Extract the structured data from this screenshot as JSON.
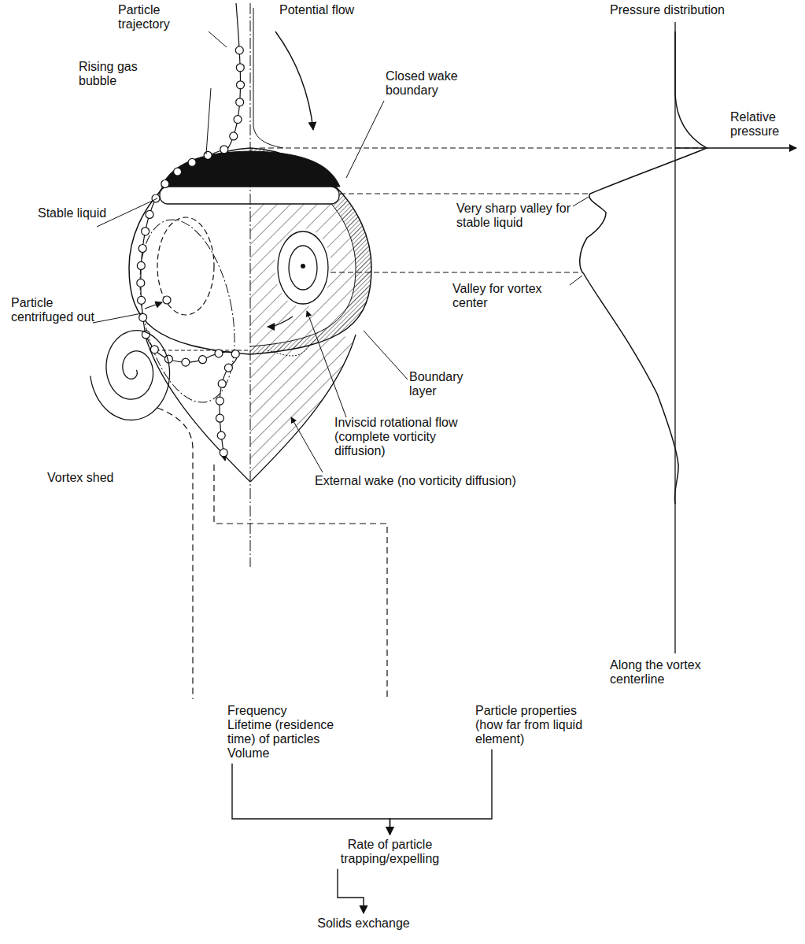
{
  "diagram": {
    "nodes": [
      {
        "text": [
          "Frequency",
          "Lifetime (residence time) of particles",
          "Volume"
        ]
      },
      {
        "text": [
          "Particle properties (how far from liquid element)"
        ]
      },
      {
        "text": [
          "Rate of particle trapping/expelling"
        ]
      },
      {
        "text": [
          "Solids exchange"
        ]
      }
    ],
    "edges": [
      {
        "from": 0,
        "to": 2,
        "arrow": "to"
      },
      {
        "from": 1,
        "to": 2,
        "arrow": "to"
      },
      {
        "from": 2,
        "to": 3,
        "arrow": "to"
      }
    ],
    "labels": [
      "Pressure distribution",
      "Particle trajectory",
      "Potential flow",
      "Rising gas bubble",
      "Closed wake boundary",
      "Relative pressure",
      "Stable liquid",
      "Very sharp valley for stable liquid",
      "Particle centrifuged out",
      "Valley for vortex center",
      "Boundary layer",
      "Inviscid rotational flow (complete vorticity diffusion)",
      "External wake (no vorticity diffusion)",
      "Vortex shed",
      "Along the vortex centerline"
    ]
  }
}
